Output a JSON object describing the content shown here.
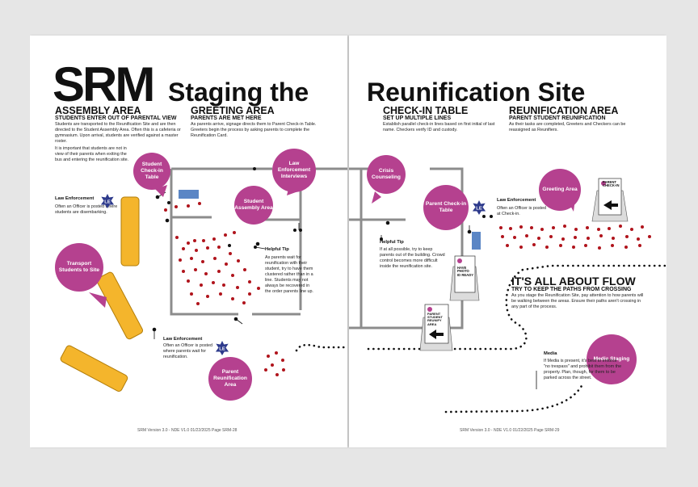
{
  "left_page": {
    "title_big": "SRM",
    "title_rest": "Staging the",
    "assembly": {
      "heading": "ASSEMBLY AREA",
      "subheading": "STUDENTS ENTER OUT OF PARENTAL VIEW",
      "body1": "Students are transported to the Reunification Site and are then directed to the Student Assembly Area. Often this is a cafeteria or gymnasium. Upon arrival, students are verified against a master roster.",
      "body2": "It is important that students are not in view of their parents when exiting the bus and entering the reunification site."
    },
    "greeting": {
      "heading": "GREETING AREA",
      "subheading": "PARENTS ARE MET HERE",
      "body": "As parents arrive, signage directs them to Parent Check-in Table. Greeters begin the process by asking parents to complete the Reunification Card."
    },
    "le1": {
      "title": "Law Enforcement",
      "body": "Often an Officer is posted where students are disembarking."
    },
    "le2": {
      "title": "Law Enforcement",
      "body": "Often an Officer is posted where parents wait for reunification."
    },
    "helpful_tip": {
      "title": "Helpful Tip",
      "body": "As parents wait for reunification with their student, try to have them clustered rather than in a line. Students may not always be recovered in the order parents line up."
    },
    "bubbles": {
      "student_checkin": "Student Check-in Table",
      "law_interviews": "Law Enforcement Interviews",
      "student_assembly": "Student Assembly Area",
      "transport": "Transport Students to Site",
      "parent_reunification": "Parent Reunification Area"
    },
    "badge": "LE",
    "footer": "SRM Version 3.0 - NDE V1.0  01/22/2025 Page SRM-28"
  },
  "right_page": {
    "title": "Reunification Site",
    "checkin": {
      "heading": "CHECK-IN TABLE",
      "subheading": "SET UP MULTIPLE LINES",
      "body": "Establish parallel check-in lines based on first initial of last name. Checkers verify ID and custody."
    },
    "reunification": {
      "heading": "REUNIFICATION AREA",
      "subheading": "PARENT STUDENT REUNIFICATION",
      "body": "As their tasks are completed, Greeters and Checkers can be reassigned as Reunifiers."
    },
    "le": {
      "title": "Law Enforcement",
      "body": "Often an Officer is posted at Check-in."
    },
    "helpful_tip": {
      "title": "Helpful Tip",
      "body": "If at all possible, try to keep parents out of the building. Crowd control becomes more difficult inside the reunification site."
    },
    "flow": {
      "heading": "IT'S ALL ABOUT FLOW",
      "subheading": "TRY TO KEEP THE PATHS FROM CROSSING",
      "body": "As you stage the Reunification Site, pay attention to how parents will be walking between the areas. Ensure their paths aren't crossing in any part of the process."
    },
    "media": {
      "title": "Media",
      "body": "If Media is present, it's best to enforce \"no trespass\" and prohibit them from the property. Plan, though, for them to be parked across the street."
    },
    "bubbles": {
      "crisis": "Crisis Counseling",
      "parent_checkin": "Parent Check-in Table",
      "greeting": "Greeting Area",
      "media_staging": "Media Staging"
    },
    "signs": {
      "checkin": "PARENT CHECK-IN",
      "photo": "HAVE PHOTO ID READY",
      "reunify": "PARENT STUDENT REUNIFY AREA"
    },
    "badge": "LE",
    "footer": "SRM Version 3.0 - NDE V1.0  01/22/2025 Page SRM-29"
  },
  "colors": {
    "magenta": "#b5418f",
    "bus": "#f4b52c",
    "wall": "#8c8c8c",
    "dot": "#b0141c",
    "badge": "#2d3a8c",
    "table": "#5b86c5"
  }
}
